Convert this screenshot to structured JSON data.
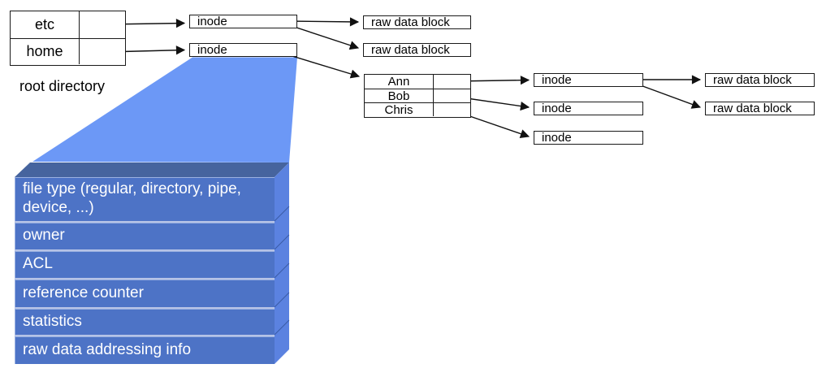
{
  "root_directory": {
    "caption": "root directory",
    "entries": [
      "etc",
      "home"
    ]
  },
  "left_inodes": [
    {
      "label": "inode"
    },
    {
      "label": "inode"
    }
  ],
  "top_raw_blocks": [
    {
      "label": "raw data block"
    },
    {
      "label": "raw data block"
    }
  ],
  "user_directory": {
    "entries": [
      "Ann",
      "Bob",
      "Chris"
    ]
  },
  "right_inodes": [
    {
      "label": "inode"
    },
    {
      "label": "inode"
    },
    {
      "label": "inode"
    }
  ],
  "right_raw_blocks": [
    {
      "label": "raw data block"
    },
    {
      "label": "raw data block"
    }
  ],
  "inode_fields": [
    "file type (regular, directory, pipe, device, ...)",
    "owner",
    "ACL",
    "reference counter",
    "statistics",
    "raw data addressing info"
  ],
  "colors": {
    "beam": "#6c98f6",
    "stack_face": "#4d73c6",
    "stack_top": "#46649e",
    "stack_side": "#5b82e0",
    "stack_text": "#ffffff",
    "line": "#111111"
  }
}
